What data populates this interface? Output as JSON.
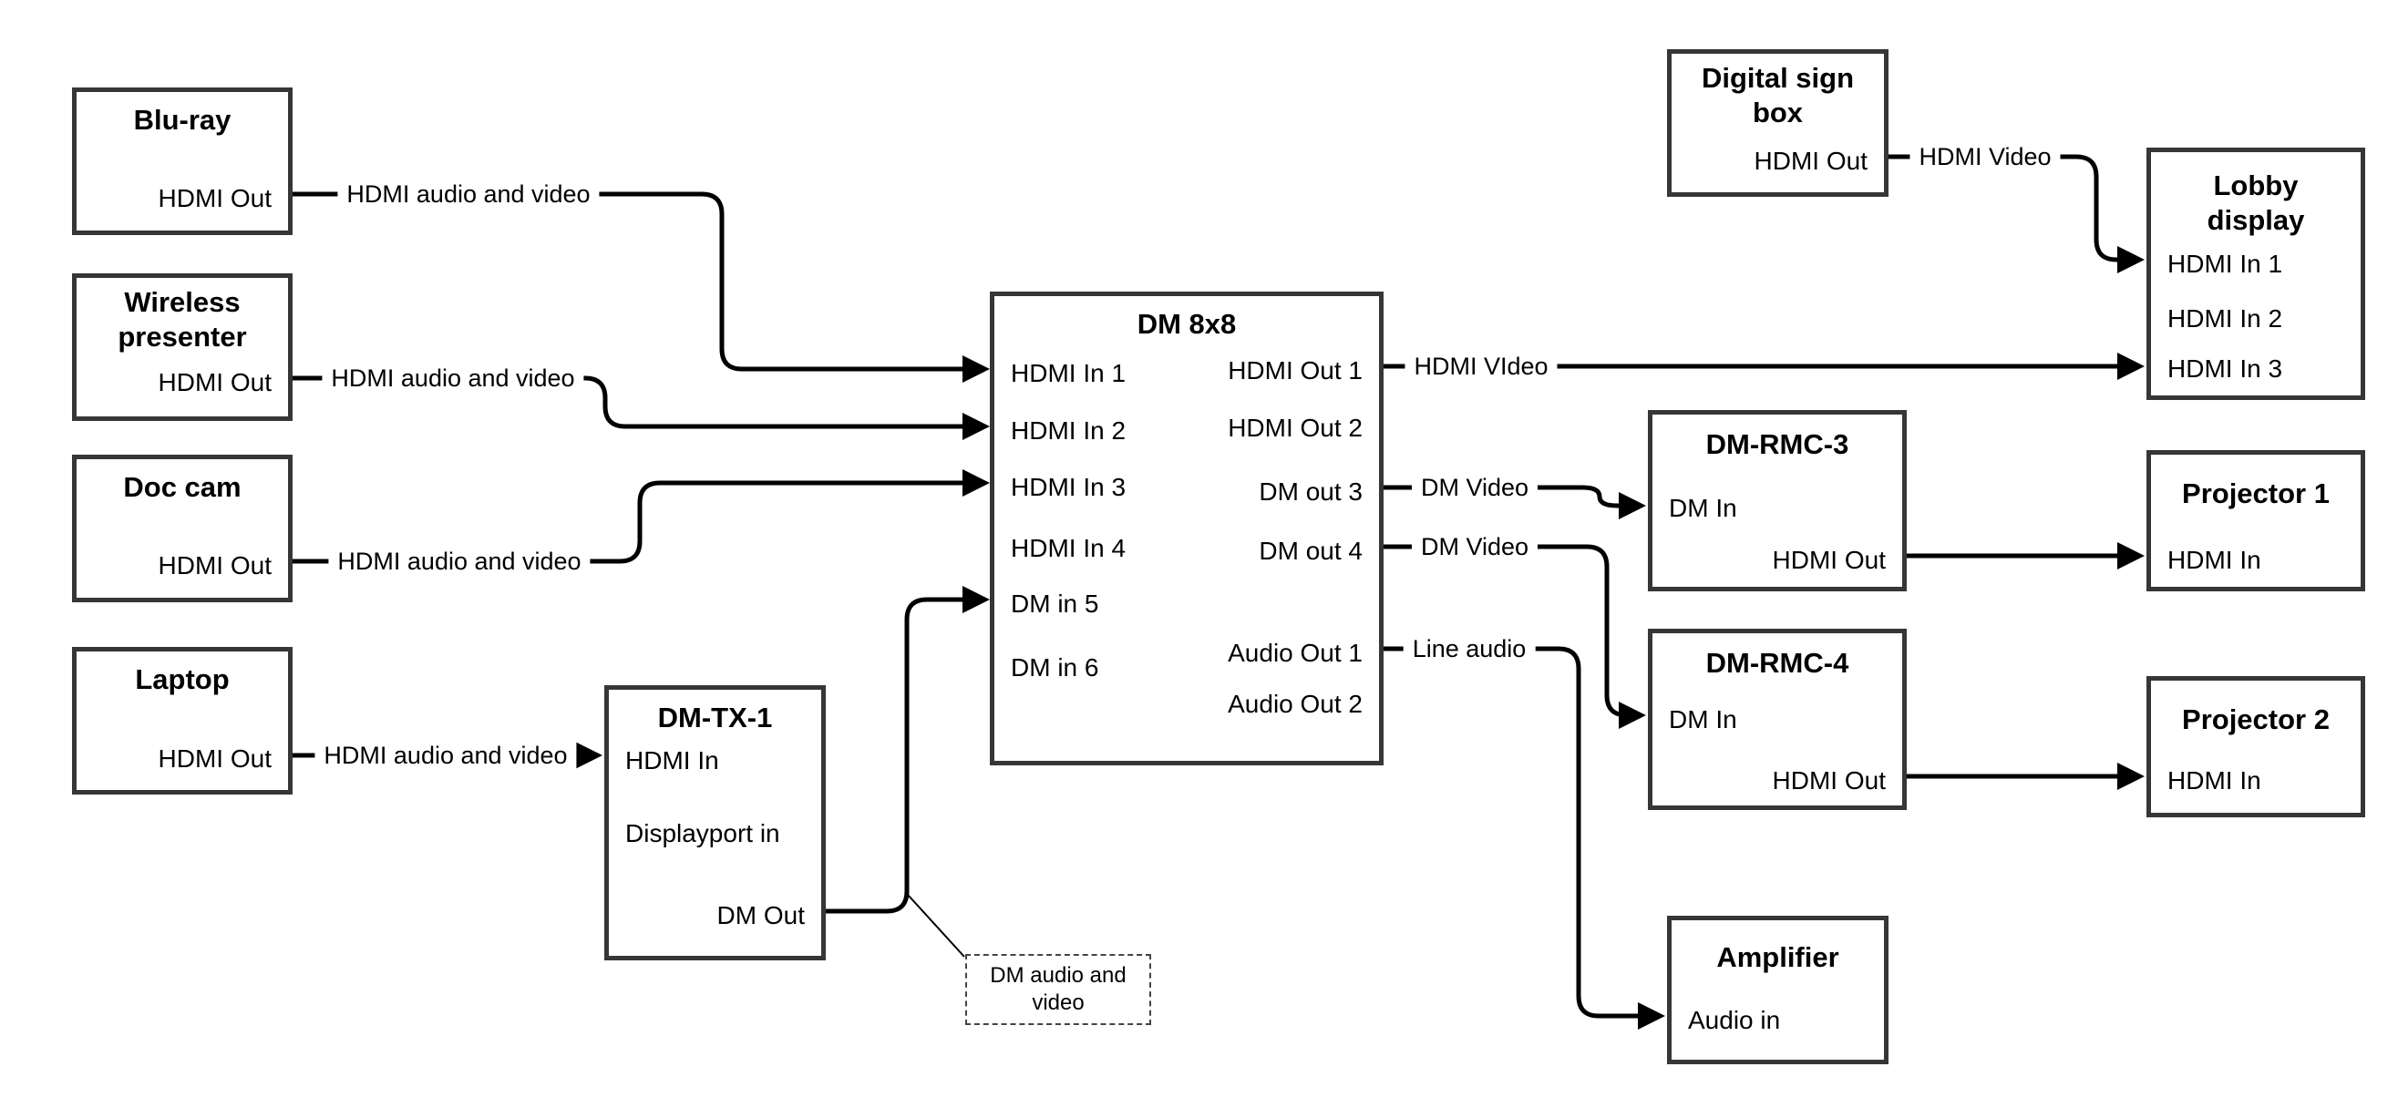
{
  "boxes": {
    "bluray": {
      "title": "Blu-ray",
      "port_hdmi_out": "HDMI Out"
    },
    "wireless_presenter": {
      "title": "Wireless presenter",
      "port_hdmi_out": "HDMI Out"
    },
    "doc_cam": {
      "title": "Doc cam",
      "port_hdmi_out": "HDMI Out"
    },
    "laptop": {
      "title": "Laptop",
      "port_hdmi_out": "HDMI Out"
    },
    "dm_tx_1": {
      "title": "DM-TX-1",
      "port_hdmi_in": "HDMI In",
      "port_displayport_in": "Displayport in",
      "port_dm_out": "DM Out"
    },
    "dm_8x8": {
      "title": "DM 8x8",
      "port_hdmi_in_1": "HDMI In 1",
      "port_hdmi_in_2": "HDMI In 2",
      "port_hdmi_in_3": "HDMI In 3",
      "port_hdmi_in_4": "HDMI In 4",
      "port_dm_in_5": "DM in 5",
      "port_dm_in_6": "DM in 6",
      "port_hdmi_out_1": "HDMI Out 1",
      "port_hdmi_out_2": "HDMI Out 2",
      "port_dm_out_3": "DM out 3",
      "port_dm_out_4": "DM out 4",
      "port_audio_out_1": "Audio Out 1",
      "port_audio_out_2": "Audio Out 2"
    },
    "digital_sign_box": {
      "title": "Digital sign box",
      "port_hdmi_out": "HDMI Out"
    },
    "lobby_display": {
      "title": "Lobby display",
      "port_hdmi_in_1": "HDMI In 1",
      "port_hdmi_in_2": "HDMI In 2",
      "port_hdmi_in_3": "HDMI In 3"
    },
    "dm_rmc_3": {
      "title": "DM-RMC-3",
      "port_dm_in": "DM In",
      "port_hdmi_out": "HDMI Out"
    },
    "projector_1": {
      "title": "Projector 1",
      "port_hdmi_in": "HDMI In"
    },
    "dm_rmc_4": {
      "title": "DM-RMC-4",
      "port_dm_in": "DM In",
      "port_hdmi_out": "HDMI Out"
    },
    "projector_2": {
      "title": "Projector 2",
      "port_hdmi_in": "HDMI In"
    },
    "amplifier": {
      "title": "Amplifier",
      "port_audio_in": "Audio in"
    }
  },
  "wire_labels": {
    "bluray_to_dm8x8": "HDMI audio and video",
    "wireless_to_dm8x8": "HDMI audio and video",
    "doccam_to_dm8x8": "HDMI audio and video",
    "laptop_to_dmtx1": "HDMI audio and video",
    "dm8x8_out1_to_lobby": "HDMI VIdeo",
    "dm8x8_out3_to_rmc3": "DM Video",
    "dm8x8_out4_to_rmc4": "DM Video",
    "dm8x8_audio1_to_amp": "Line audio",
    "digital_sign_to_lobby": "HDMI Video",
    "callout_note": "DM audio and video"
  },
  "colors": {
    "background": "#ffffff",
    "box_border": "#363636",
    "wire": "#000000",
    "text": "#000000"
  }
}
